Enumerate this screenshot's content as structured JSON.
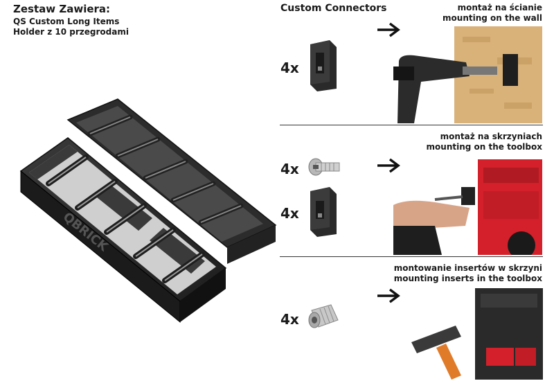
{
  "header": {
    "title": "Zestaw Zawiera:",
    "line1": "QS Custom Long Items",
    "line2": "Holder z 10 przegrodami"
  },
  "connectors": {
    "title": "Custom Connectors",
    "rows": [
      {
        "qty": "4x",
        "caption_pl": "montaż na ścianie",
        "caption_en": "mounting on the wall"
      },
      {
        "qty_screw": "4x",
        "qty_clip": "4x",
        "caption_pl": "montaż na skrzyniach",
        "caption_en": "mounting on the toolbox"
      },
      {
        "qty": "4x",
        "caption_pl": "montowanie insertów w skrzyni",
        "caption_en": "mounting inserts in the toolbox"
      }
    ]
  },
  "product": {
    "brand_text": "QBRICK"
  },
  "colors": {
    "accent_red": "#d3202a",
    "dark": "#2a2a2a",
    "wood": "#d9b27a"
  }
}
